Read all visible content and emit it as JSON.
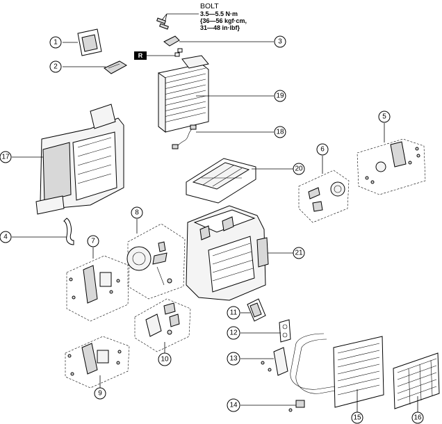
{
  "bolt_note": {
    "title": "BOLT",
    "line1": "3.5—5.5 N·m",
    "line2": "{36—56 kgf·cm,",
    "line3": "31—48 in·lbf}"
  },
  "r_badge": "R",
  "callouts": {
    "c1": "1",
    "c2": "2",
    "c3": "3",
    "c4": "4",
    "c5": "5",
    "c6": "6",
    "c7": "7",
    "c8": "8",
    "c9": "9",
    "c10": "10",
    "c11": "11",
    "c12": "12",
    "c13": "13",
    "c14": "14",
    "c15": "15",
    "c16": "16",
    "c17": "17",
    "c18": "18",
    "c19": "19",
    "c20": "20",
    "c21": "21"
  }
}
